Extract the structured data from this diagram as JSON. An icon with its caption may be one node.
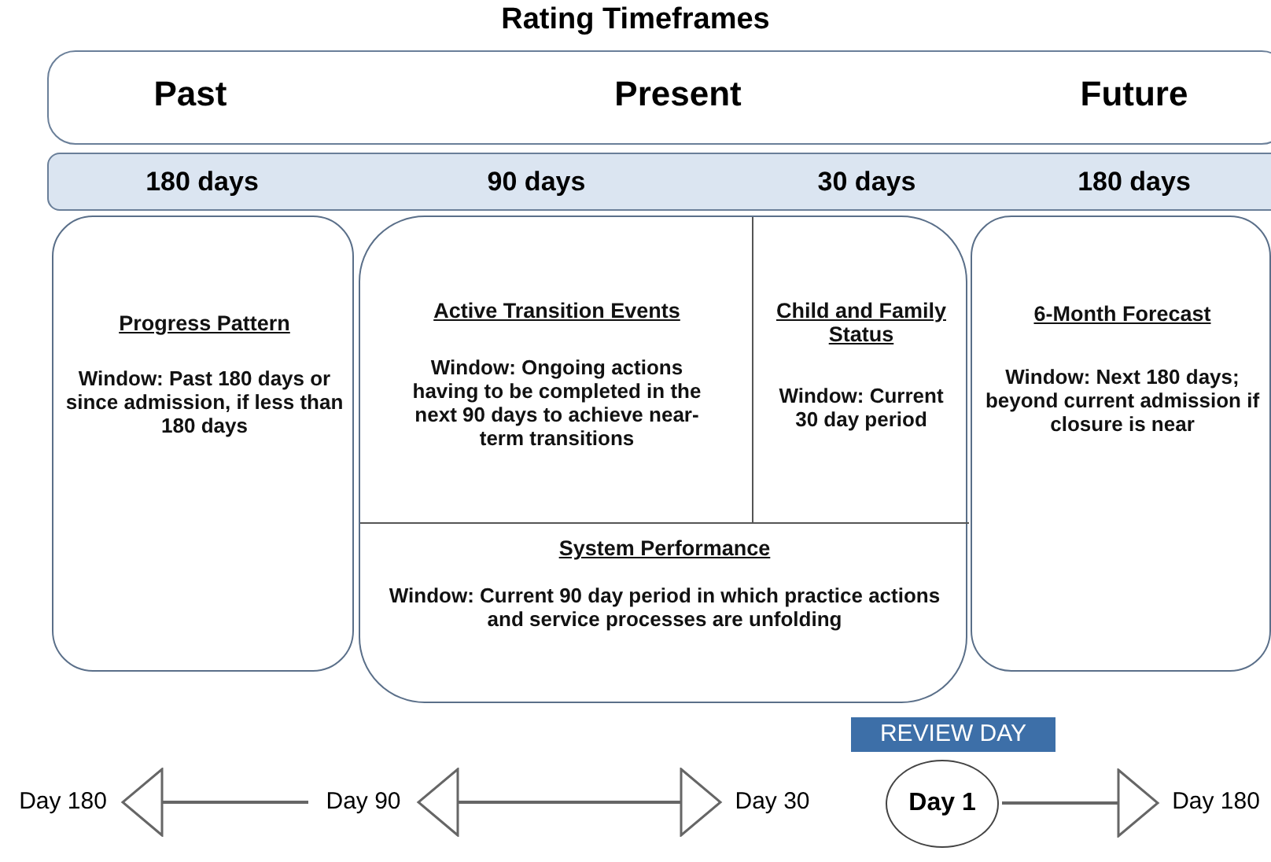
{
  "diagram": {
    "title": "Rating Timeframes",
    "nodes": [
      {
        "text": [
          "Past",
          "Present",
          "Future"
        ]
      },
      {
        "text": [
          "180 days",
          "90 days",
          "30 days",
          "180 days"
        ]
      },
      {
        "text": [
          "Progress Pattern",
          "Window: Past 180 days or since admission, if less than 180 days"
        ]
      },
      {
        "text": [],
        "shape": "box"
      },
      {
        "text": [
          "Active Transition Events",
          "Window: Ongoing actions having to be completed in the next 90 days to achieve near-term transitions"
        ],
        "in": 3
      },
      {
        "text": [
          "Child and Family Status",
          "Window: Current 30 day period"
        ],
        "in": 3
      },
      {
        "text": [
          "System Performance",
          "Window: Current 90 day period in which practice actions and service processes are unfolding"
        ],
        "in": 3
      },
      {
        "text": [
          "6-Month Forecast",
          "Window: Next 180 days; beyond current admission if closure is near"
        ]
      },
      {
        "text": [
          "REVIEW DAY"
        ]
      },
      {
        "text": [
          "Day 180"
        ]
      },
      {
        "text": [
          "Day 90"
        ]
      },
      {
        "text": [
          "Day 30"
        ]
      },
      {
        "text": [
          "Day 1"
        ]
      },
      {
        "text": [
          "Day 180"
        ]
      }
    ],
    "edges": [
      {
        "from": 10,
        "to": 9,
        "arrow": "to"
      },
      {
        "from": 10,
        "to": 11,
        "arrow": "both"
      },
      {
        "from": 12,
        "to": 13,
        "arrow": "to"
      }
    ]
  }
}
